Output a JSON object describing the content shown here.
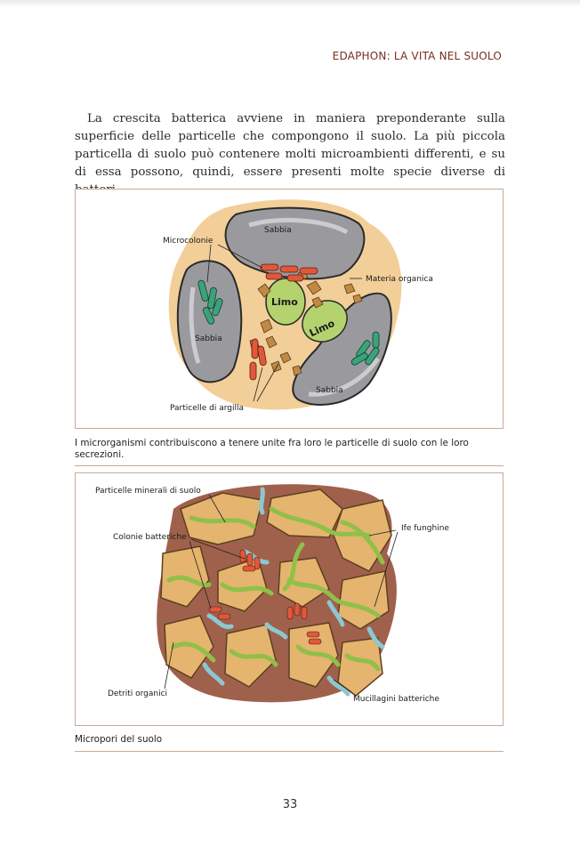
{
  "header": {
    "running_head": "EDAPHON: LA VITA NEL SUOLO"
  },
  "body": {
    "paragraph": "La crescita batterica avviene in maniera preponderante sulla superficie delle particelle che compongono il suolo. La più piccola particella di suolo può contenere molti microambienti differenti, e su di essa possono, quindi, essere presenti molte specie diverse di batteri."
  },
  "figure1": {
    "labels": {
      "sabbia_top": "Sabbia",
      "sabbia_left": "Sabbia",
      "sabbia_right": "Sabbia",
      "microcolonie": "Microcolonie",
      "materia_organica": "Materia organica",
      "limo_1": "Limo",
      "limo_2": "Limo",
      "particelle_argilla": "Particelle di argilla"
    },
    "caption": "I microrganismi contribuiscono a tenere unite fra loro le particelle di suolo con le loro secrezioni."
  },
  "figure2": {
    "labels": {
      "particelle_minerali": "Particelle minerali di suolo",
      "colonie_batteriche": "Colonie batteriche",
      "ife_funghine": "Ife funghine",
      "detriti_organici": "Detriti organici",
      "mucillagini": "Mucillagini batteriche"
    },
    "caption": "Micropori del suolo"
  },
  "footer": {
    "page_number": "33"
  },
  "colors": {
    "accent": "#7a2e1e",
    "rule": "#c9a99a",
    "sand": "#9a9a9e",
    "halo": "#f2cf98",
    "silt": "#b4d36e",
    "bacteria_green": "#3aa37a",
    "bacteria_red": "#e0583a",
    "clay": "#c08a45",
    "mineral": "#e5b46e",
    "hyphae": "#8fc048",
    "mucilage": "#8cc8d2",
    "debris": "#a0614c"
  }
}
